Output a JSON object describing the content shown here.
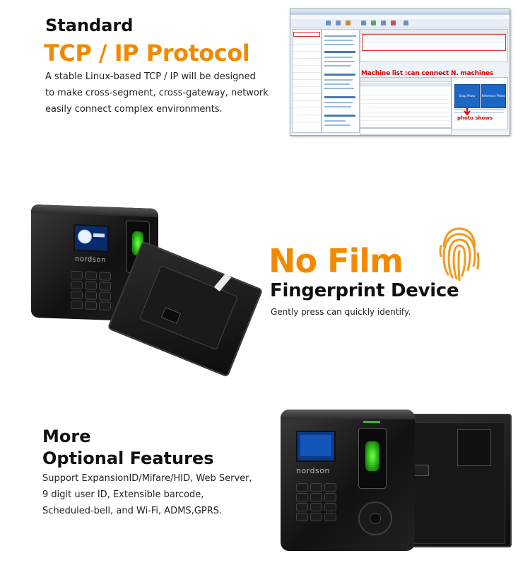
{
  "section1": {
    "title_line1": "Standard",
    "title_line2": "TCP / IP Protocol",
    "desc": [
      "A stable Linux-based TCP / IP will be designed",
      "to make cross-segment, cross-gateway, network",
      "easily connect complex environments."
    ],
    "screenshot": {
      "machine_label": "Machine list :can connect N. machines",
      "photo_label": "photo shows",
      "photo_left": "Snap Photo",
      "photo_right": "Reference Photo"
    }
  },
  "section2": {
    "title_line1": "No Film",
    "title_line2": "Fingerprint Device",
    "subtitle": "Gently press can quickly identify.",
    "brand": "nordson",
    "colors": {
      "accent": "#f28a00",
      "icon": "#f29a1f"
    }
  },
  "section3": {
    "title_line1": "More",
    "title_line2": "Optional Features",
    "desc": [
      "Support ExpansionID/Mifare/HID, Web Server,",
      "9 digit user ID, Extensible barcode,",
      "Scheduled-bell, and Wi-Fi, ADMS,GPRS."
    ],
    "brand": "nordson"
  }
}
